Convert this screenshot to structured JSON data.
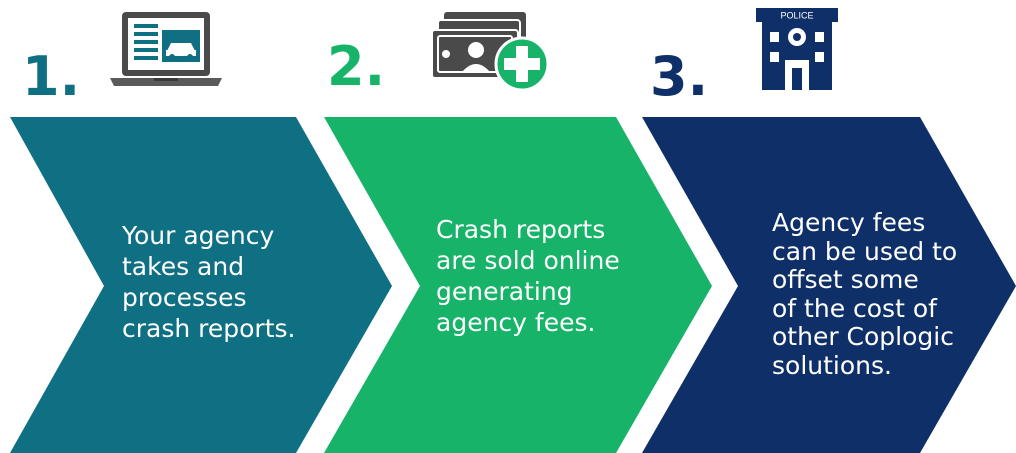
{
  "colors": {
    "step1": "#0f6f83",
    "step2": "#16b368",
    "step3": "#0f2f68",
    "white": "#ffffff"
  },
  "steps": [
    {
      "number": "1.",
      "icon": "laptop-police-car-icon",
      "lines": [
        "Your agency",
        "takes and",
        "processes",
        "crash reports."
      ]
    },
    {
      "number": "2.",
      "icon": "money-plus-icon",
      "lines": [
        "Crash reports",
        "are sold online",
        "generating",
        "agency fees."
      ]
    },
    {
      "number": "3.",
      "icon": "police-station-icon",
      "icon_label": "POLICE",
      "lines": [
        "Agency fees",
        "can be used to",
        "offset some",
        "of the cost of",
        "other Coplogic",
        "solutions."
      ]
    }
  ]
}
